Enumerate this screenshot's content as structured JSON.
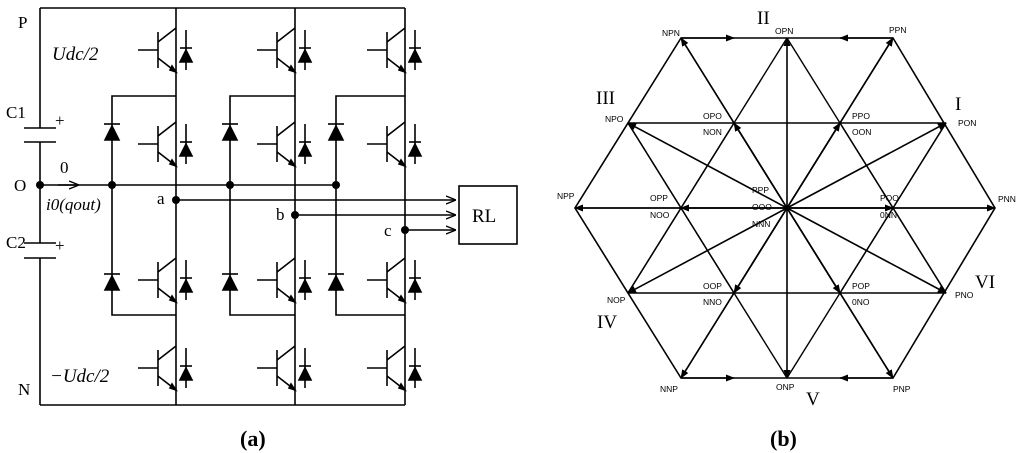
{
  "circuit": {
    "node_p": "P",
    "node_n": "N",
    "node_o": "O",
    "cap_c1": "C1",
    "cap_c2": "C2",
    "plus": "+",
    "zero": "0",
    "current_label": "i0(qout)",
    "udc_top": "Udc/2",
    "udc_bottom": "−Udc/2",
    "phase_a": "a",
    "phase_b": "b",
    "phase_c": "c",
    "load": "RL",
    "caption": "(a)"
  },
  "space_vector": {
    "sectors": {
      "I": "I",
      "II": "II",
      "III": "III",
      "IV": "IV",
      "V": "V",
      "VI": "VI"
    },
    "large_vectors": [
      "PNN",
      "PPN",
      "NPN",
      "NPP",
      "NNP",
      "PNP"
    ],
    "medium_vectors": [
      "PON",
      "OPN",
      "NPO",
      "NOP",
      "ONP",
      "PNO"
    ],
    "small_vectors": {
      "v1": [
        "POO",
        "0NN"
      ],
      "v2": [
        "PPO",
        "OON"
      ],
      "v3": [
        "OPO",
        "NON"
      ],
      "v4": [
        "OPP",
        "NOO"
      ],
      "v5": [
        "OOP",
        "NNO"
      ],
      "v6": [
        "POP",
        "0NO"
      ]
    },
    "zero_vectors": [
      "PPP",
      "OOO",
      "NNN"
    ],
    "caption": "(b)"
  }
}
